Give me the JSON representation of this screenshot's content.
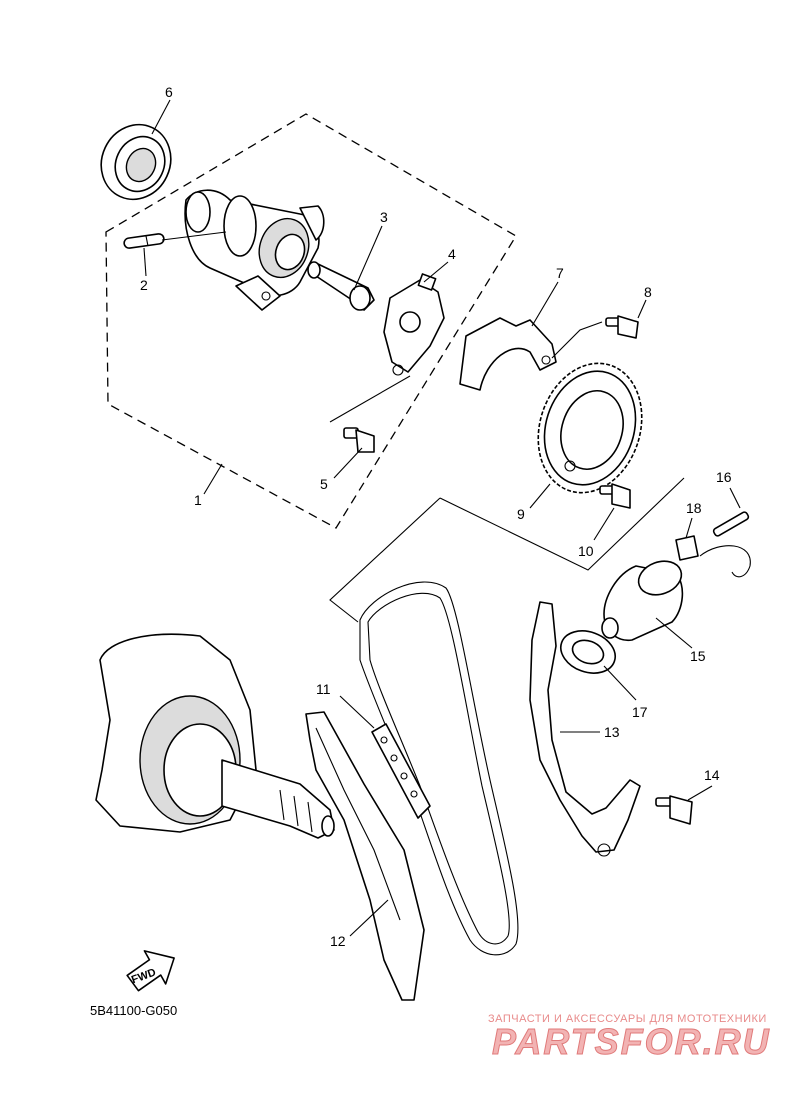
{
  "callouts": {
    "c1": "1",
    "c2": "2",
    "c3": "3",
    "c4": "4",
    "c5": "5",
    "c6": "6",
    "c7": "7",
    "c8": "8",
    "c9": "9",
    "c10": "10",
    "c11": "11",
    "c12": "12",
    "c13": "13",
    "c14": "14",
    "c15": "15",
    "c16": "16",
    "c17": "17",
    "c18": "18"
  },
  "fwd_label": "FWD",
  "diagram_code": "5B41100-G050",
  "watermark": {
    "tagline": "ЗАПЧАСТИ И АКСЕССУАРЫ ДЛЯ МОТОТЕХНИКИ",
    "brand": "PARTSFOR.RU"
  },
  "colors": {
    "line": "#000000",
    "watermark": "#e07a7a"
  }
}
